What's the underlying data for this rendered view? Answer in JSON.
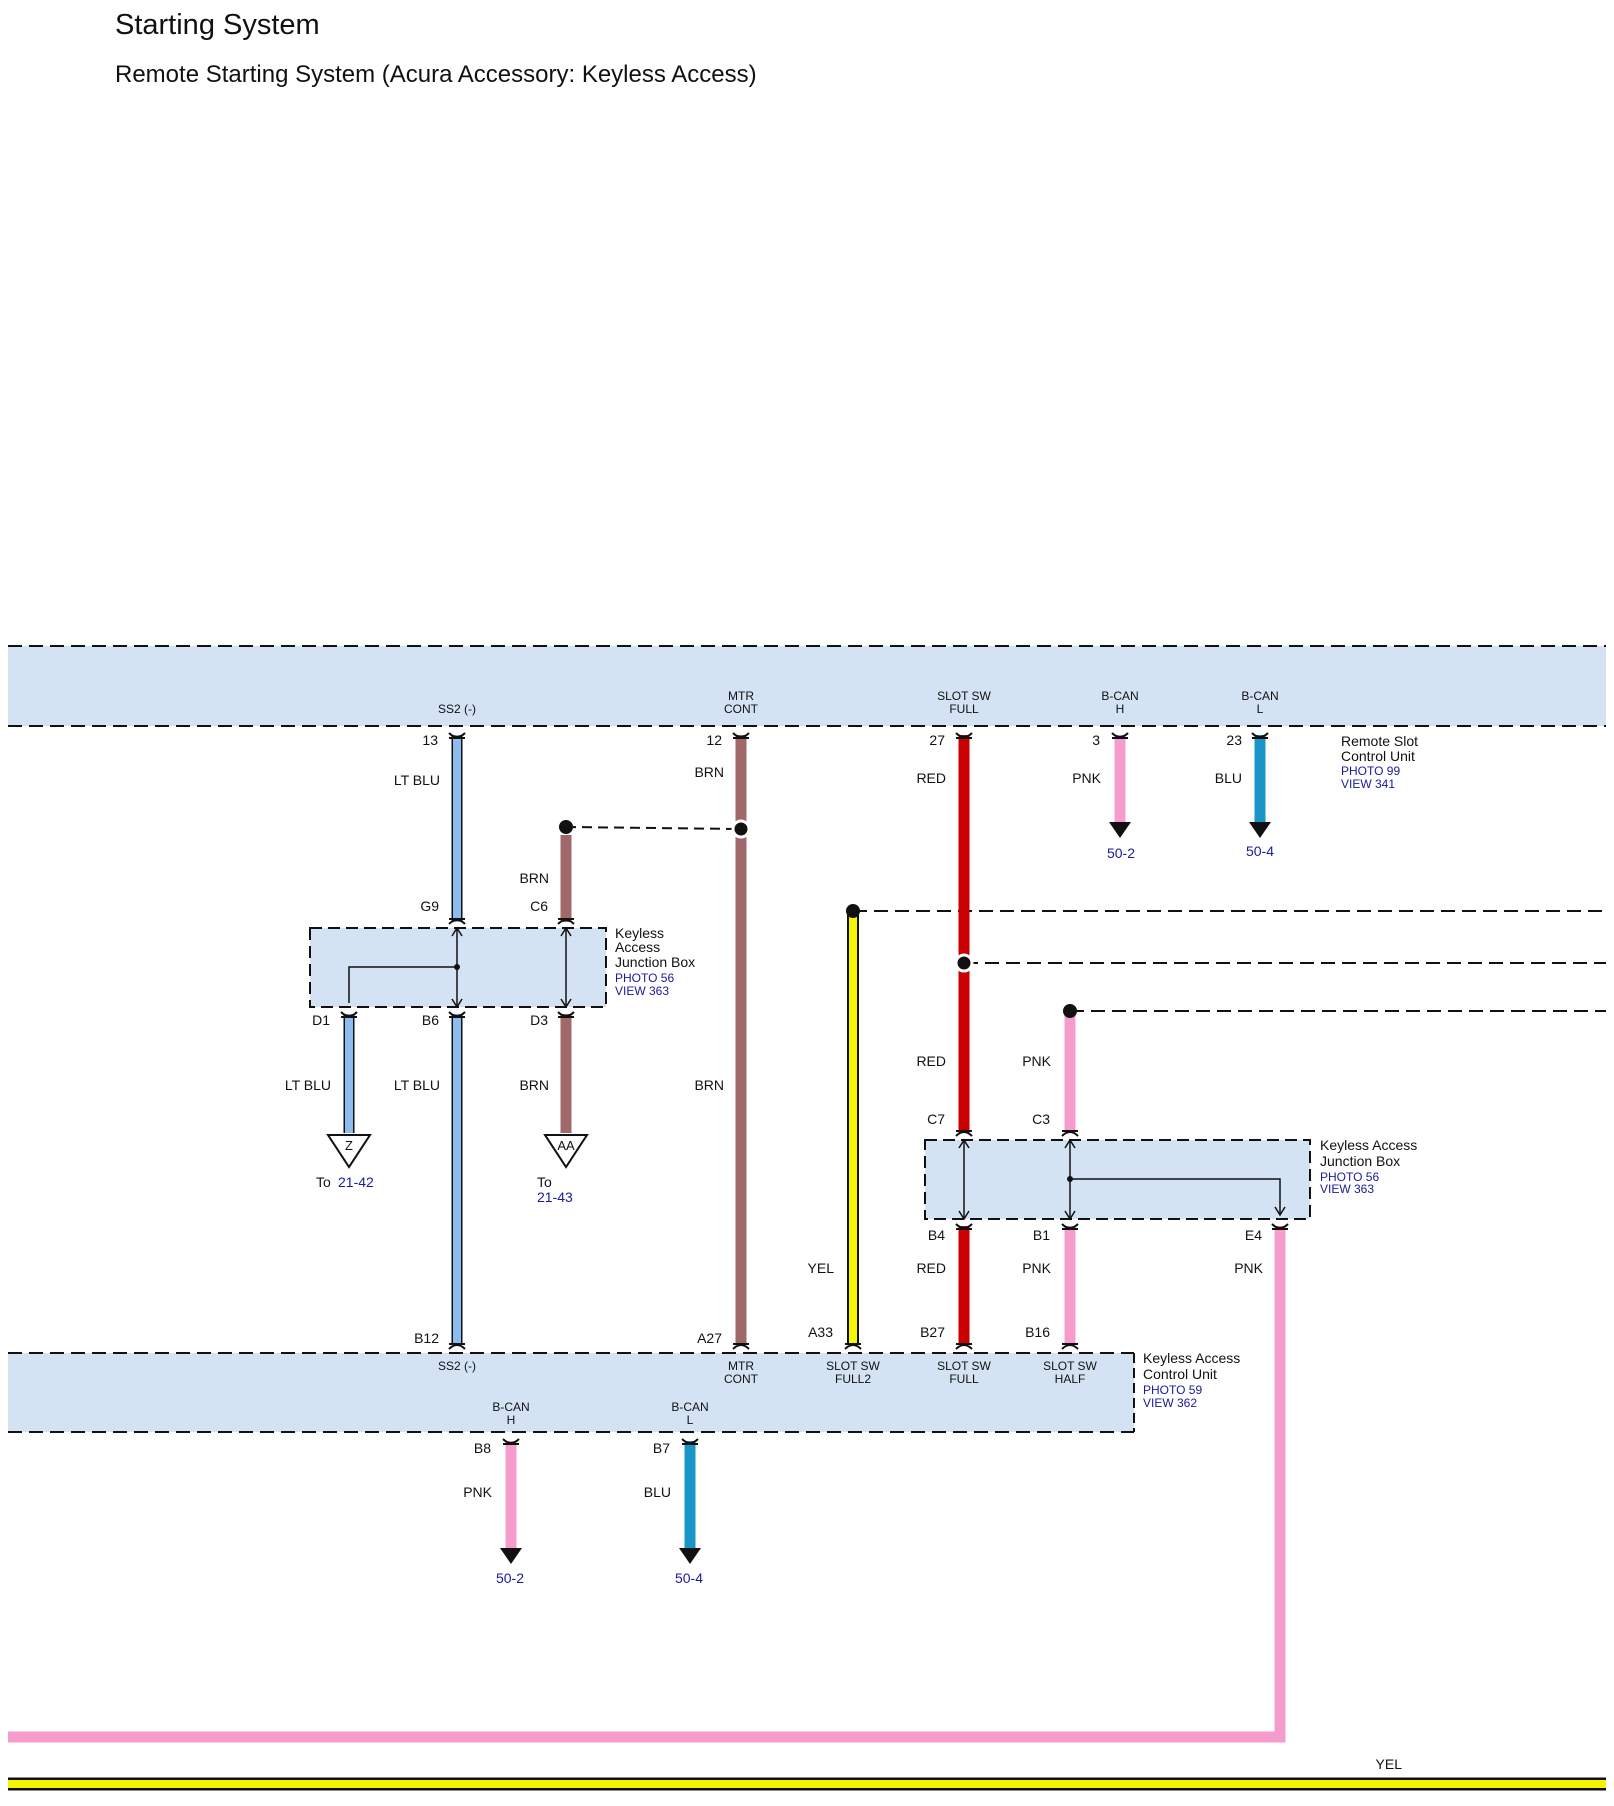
{
  "header": {
    "title": "Starting System",
    "subtitle": "Remote Starting System (Acura Accessory: Keyless Access)"
  },
  "colors": {
    "panel": "#d3e3f4",
    "lt_blu": "#8fbcf0",
    "blu": "#1a95c8",
    "brn": "#a06868",
    "red": "#c80000",
    "pnk": "#f59ccc",
    "yel": "#f5f500",
    "link": "#1a1a9a"
  },
  "remote_slot_unit": {
    "name_line1": "Remote Slot",
    "name_line2": "Control Unit",
    "photo": "PHOTO 99",
    "view": "VIEW 341",
    "pins": {
      "ss2": {
        "label": "SS2 (-)",
        "num": "13"
      },
      "mtr": {
        "label1": "MTR",
        "label2": "CONT",
        "num": "12"
      },
      "slot_full": {
        "label1": "SLOT SW",
        "label2": "FULL",
        "num": "27"
      },
      "bcan_h": {
        "label1": "B-CAN",
        "label2": "H",
        "num": "3"
      },
      "bcan_l": {
        "label1": "B-CAN",
        "label2": "L",
        "num": "23"
      }
    }
  },
  "jb_left": {
    "name_line1": "Keyless",
    "name_line2": "Access",
    "name_line3": "Junction Box",
    "photo": "PHOTO 56",
    "view": "VIEW 363",
    "pins": {
      "g9": "G9",
      "c6": "C6",
      "d1": "D1",
      "b6": "B6",
      "d3": "D3"
    }
  },
  "jb_right": {
    "name_line1": "Keyless Access",
    "name_line2": "Junction Box",
    "photo": "PHOTO 56",
    "view": "VIEW 363",
    "pins": {
      "c7": "C7",
      "c3": "C3",
      "b4": "B4",
      "b1": "B1",
      "e4": "E4"
    }
  },
  "control_unit": {
    "name_line1": "Keyless Access",
    "name_line2": "Control Unit",
    "photo": "PHOTO 59",
    "view": "VIEW 362",
    "pins": {
      "b12": {
        "num": "B12",
        "label": "SS2 (-)"
      },
      "a27": {
        "num": "A27",
        "label1": "MTR",
        "label2": "CONT"
      },
      "a33": {
        "num": "A33",
        "label1": "SLOT SW",
        "label2": "FULL2"
      },
      "b27": {
        "num": "B27",
        "label1": "SLOT SW",
        "label2": "FULL"
      },
      "b16": {
        "num": "B16",
        "label1": "SLOT SW",
        "label2": "HALF"
      },
      "b8": {
        "num": "B8",
        "label1": "B-CAN",
        "label2": "H"
      },
      "b7": {
        "num": "B7",
        "label1": "B-CAN",
        "label2": "L"
      }
    }
  },
  "wire_labels": {
    "lt_blu_top": "LT BLU",
    "brn_top": "BRN",
    "red_top": "RED",
    "pnk_top": "PNK",
    "blu_top": "BLU",
    "brn_c6": "BRN",
    "lt_blu_d1": "LT BLU",
    "lt_blu_b6": "LT BLU",
    "brn_d3": "BRN",
    "brn_mid": "BRN",
    "red_mid": "RED",
    "pnk_mid": "PNK",
    "yel_mid": "YEL",
    "red_b4": "RED",
    "pnk_b1": "PNK",
    "pnk_e4": "PNK",
    "pnk_b8": "PNK",
    "blu_b7": "BLU",
    "yel_bottom": "YEL"
  },
  "refs": {
    "top_bcan_h": "50-2",
    "top_bcan_l": "50-4",
    "bot_bcan_h": "50-2",
    "bot_bcan_l": "50-4",
    "conn_z": "Z",
    "conn_aa": "AA",
    "to_word_z": "To",
    "to_z": "21-42",
    "to_word_aa": "To",
    "to_aa": "21-43"
  }
}
